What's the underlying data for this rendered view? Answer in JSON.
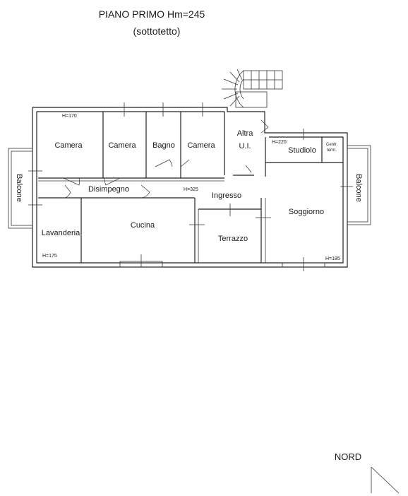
{
  "header": {
    "title": "PIANO PRIMO Hm=245",
    "subtitle": "(sottotetto)"
  },
  "rooms": {
    "camera_1": "Camera",
    "camera_2": "Camera",
    "bagno": "Bagno",
    "camera_3": "Camera",
    "altra_line1": "Altra",
    "altra_line2": "U.I.",
    "studiolo": "Studiolo",
    "centr_line1": "Centr.",
    "centr_line2": "term.",
    "balcone_left": "Balcone",
    "balcone_right": "Balcone",
    "disimpegno": "Disimpegno",
    "ingresso": "Ingresso",
    "soggiorno": "Soggiorno",
    "lavanderia": "Lavanderia",
    "cucina": "Cucina",
    "terrazzo": "Terrazzo"
  },
  "heights": {
    "camera": "H=170",
    "studiolo": "H=220",
    "ingresso": "H=325",
    "lavanderia": "H=175",
    "soggiorno": "H=185"
  },
  "compass": {
    "label": "NORD"
  }
}
